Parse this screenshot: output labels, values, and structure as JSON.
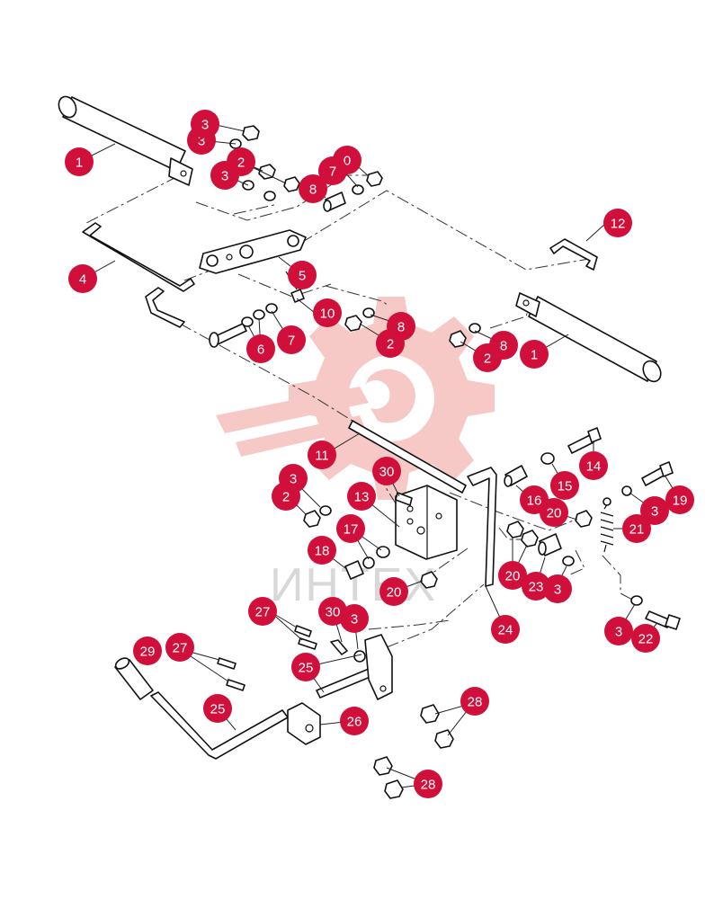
{
  "watermark": {
    "text": "ИНТЕХ",
    "gear_color": "#f6c9c6",
    "text_color": "#d8d8d8"
  },
  "colors": {
    "callout": "#d0103a",
    "callout_text": "#ffffff",
    "line": "#111111"
  },
  "icons": {
    "callout": "numbered-callout-circle",
    "watermark_logo": "gear-wrench-logo"
  },
  "callouts": [
    {
      "id": "c-a1",
      "label": "1"
    },
    {
      "id": "c-a2",
      "label": "3"
    },
    {
      "id": "c-a3",
      "label": "3"
    },
    {
      "id": "c-a4",
      "label": "3"
    },
    {
      "id": "c-a5",
      "label": "2"
    },
    {
      "id": "c-a6",
      "label": "0"
    },
    {
      "id": "c-a7",
      "label": "7"
    },
    {
      "id": "c-a8",
      "label": "8"
    },
    {
      "id": "c-a9",
      "label": "12"
    },
    {
      "id": "c-a10",
      "label": "4"
    },
    {
      "id": "c-a11",
      "label": "5"
    },
    {
      "id": "c-a12",
      "label": "10"
    },
    {
      "id": "c-a13",
      "label": "6"
    },
    {
      "id": "c-a14",
      "label": "7"
    },
    {
      "id": "c-a15",
      "label": "8"
    },
    {
      "id": "c-a16",
      "label": "2"
    },
    {
      "id": "c-a17",
      "label": "8"
    },
    {
      "id": "c-a18",
      "label": "2"
    },
    {
      "id": "c-a19",
      "label": "1"
    },
    {
      "id": "c-b1",
      "label": "11"
    },
    {
      "id": "c-b2",
      "label": "30"
    },
    {
      "id": "c-b3",
      "label": "3"
    },
    {
      "id": "c-b4",
      "label": "2"
    },
    {
      "id": "c-b5",
      "label": "13"
    },
    {
      "id": "c-b6",
      "label": "17"
    },
    {
      "id": "c-b7",
      "label": "18"
    },
    {
      "id": "c-b8",
      "label": "20"
    },
    {
      "id": "c-b9",
      "label": "14"
    },
    {
      "id": "c-b10",
      "label": "15"
    },
    {
      "id": "c-b11",
      "label": "16"
    },
    {
      "id": "c-b12",
      "label": "20"
    },
    {
      "id": "c-b13",
      "label": "19"
    },
    {
      "id": "c-b14",
      "label": "3"
    },
    {
      "id": "c-b15",
      "label": "21"
    },
    {
      "id": "c-b16",
      "label": "20"
    },
    {
      "id": "c-b17",
      "label": "23"
    },
    {
      "id": "c-b18",
      "label": "3"
    },
    {
      "id": "c-b19",
      "label": "24"
    },
    {
      "id": "c-b20",
      "label": "3"
    },
    {
      "id": "c-b21",
      "label": "22"
    },
    {
      "id": "c-c1",
      "label": "27"
    },
    {
      "id": "c-c2",
      "label": "30"
    },
    {
      "id": "c-c3",
      "label": "3"
    },
    {
      "id": "c-c4",
      "label": "29"
    },
    {
      "id": "c-c5",
      "label": "27"
    },
    {
      "id": "c-c6",
      "label": "25"
    },
    {
      "id": "c-c7",
      "label": "25"
    },
    {
      "id": "c-c8",
      "label": "26"
    },
    {
      "id": "c-c9",
      "label": "28"
    },
    {
      "id": "c-c10",
      "label": "28"
    }
  ]
}
